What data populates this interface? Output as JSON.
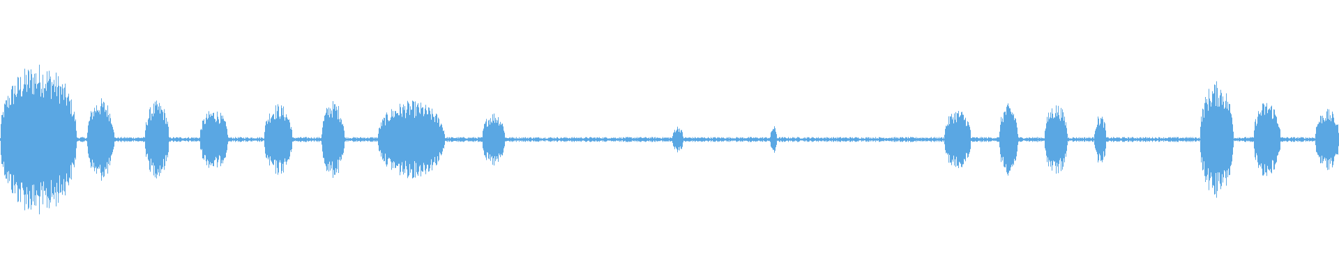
{
  "waveform": {
    "color": "#5aa7e3",
    "background": "#ffffff",
    "duration_fraction_segments": [
      {
        "start": 0.0,
        "end": 0.057,
        "amp": 0.55
      },
      {
        "start": 0.065,
        "end": 0.085,
        "amp": 0.3
      },
      {
        "start": 0.108,
        "end": 0.126,
        "amp": 0.28
      },
      {
        "start": 0.149,
        "end": 0.17,
        "amp": 0.22
      },
      {
        "start": 0.197,
        "end": 0.218,
        "amp": 0.26
      },
      {
        "start": 0.24,
        "end": 0.257,
        "amp": 0.28
      },
      {
        "start": 0.282,
        "end": 0.332,
        "amp": 0.28
      },
      {
        "start": 0.36,
        "end": 0.377,
        "amp": 0.2
      },
      {
        "start": 0.502,
        "end": 0.51,
        "amp": 0.1
      },
      {
        "start": 0.575,
        "end": 0.58,
        "amp": 0.1
      },
      {
        "start": 0.705,
        "end": 0.725,
        "amp": 0.22
      },
      {
        "start": 0.746,
        "end": 0.76,
        "amp": 0.26
      },
      {
        "start": 0.78,
        "end": 0.797,
        "amp": 0.26
      },
      {
        "start": 0.817,
        "end": 0.826,
        "amp": 0.18
      },
      {
        "start": 0.896,
        "end": 0.921,
        "amp": 0.42
      },
      {
        "start": 0.936,
        "end": 0.956,
        "amp": 0.28
      },
      {
        "start": 0.982,
        "end": 1.0,
        "amp": 0.22
      }
    ],
    "baseline_amp": 0.012
  }
}
